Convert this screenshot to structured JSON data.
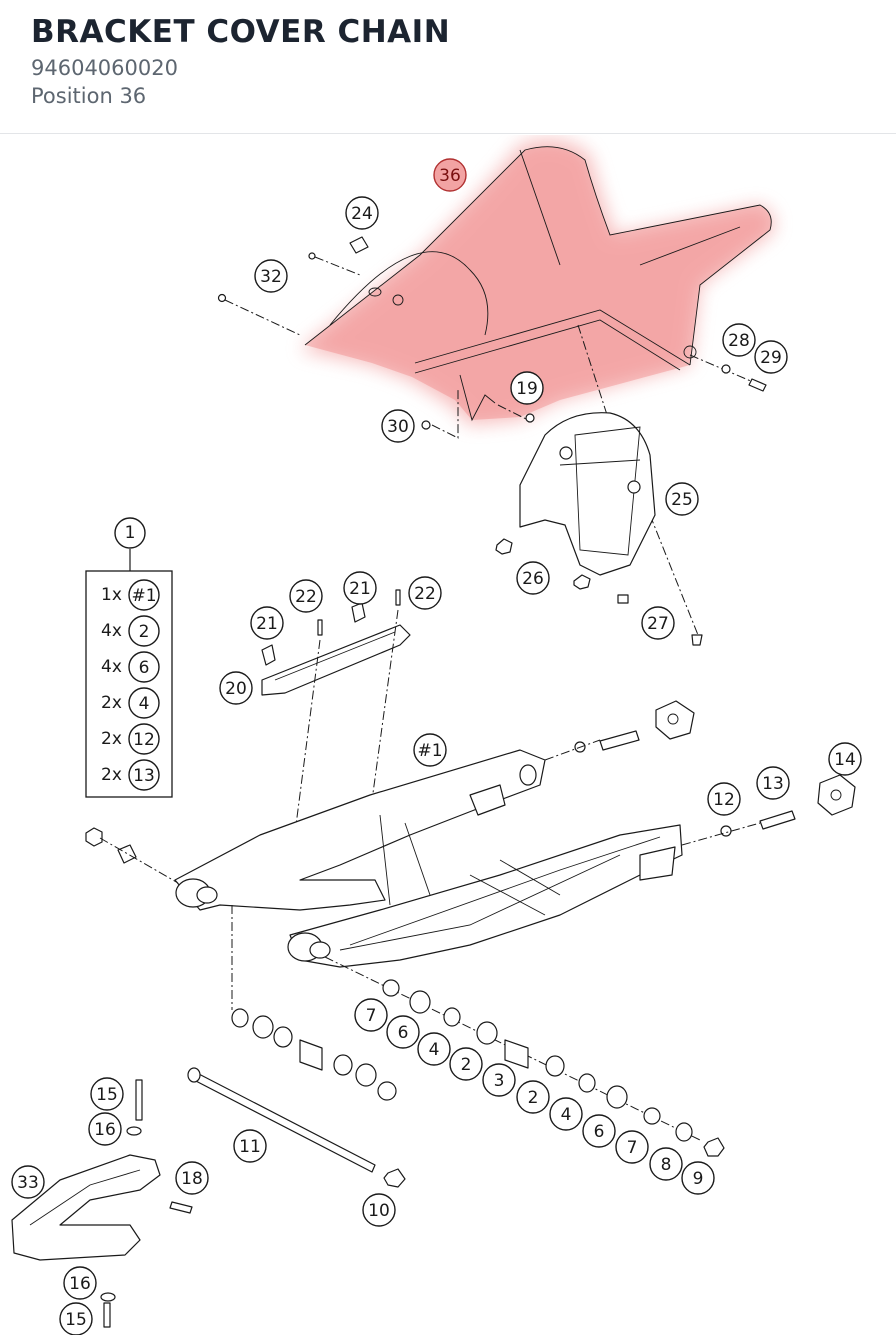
{
  "header": {
    "title": "BRACKET COVER CHAIN",
    "part_number": "94604060020",
    "position_label": "Position 36"
  },
  "highlight": {
    "color": "#f08a8a",
    "position": "36"
  },
  "kit": {
    "label": "1",
    "rows": [
      {
        "qty": "1x",
        "ref": "#1"
      },
      {
        "qty": "4x",
        "ref": "2"
      },
      {
        "qty": "4x",
        "ref": "6"
      },
      {
        "qty": "2x",
        "ref": "4"
      },
      {
        "qty": "2x",
        "ref": "12"
      },
      {
        "qty": "2x",
        "ref": "13"
      }
    ]
  },
  "callouts": [
    "36",
    "24",
    "32",
    "28",
    "29",
    "19",
    "30",
    "25",
    "26",
    "27",
    "22",
    "21",
    "21",
    "22",
    "20",
    "#1",
    "14",
    "13",
    "12",
    "7",
    "6",
    "4",
    "2",
    "3",
    "2",
    "4",
    "6",
    "7",
    "8",
    "9",
    "15",
    "16",
    "11",
    "18",
    "33",
    "10",
    "16",
    "15"
  ]
}
